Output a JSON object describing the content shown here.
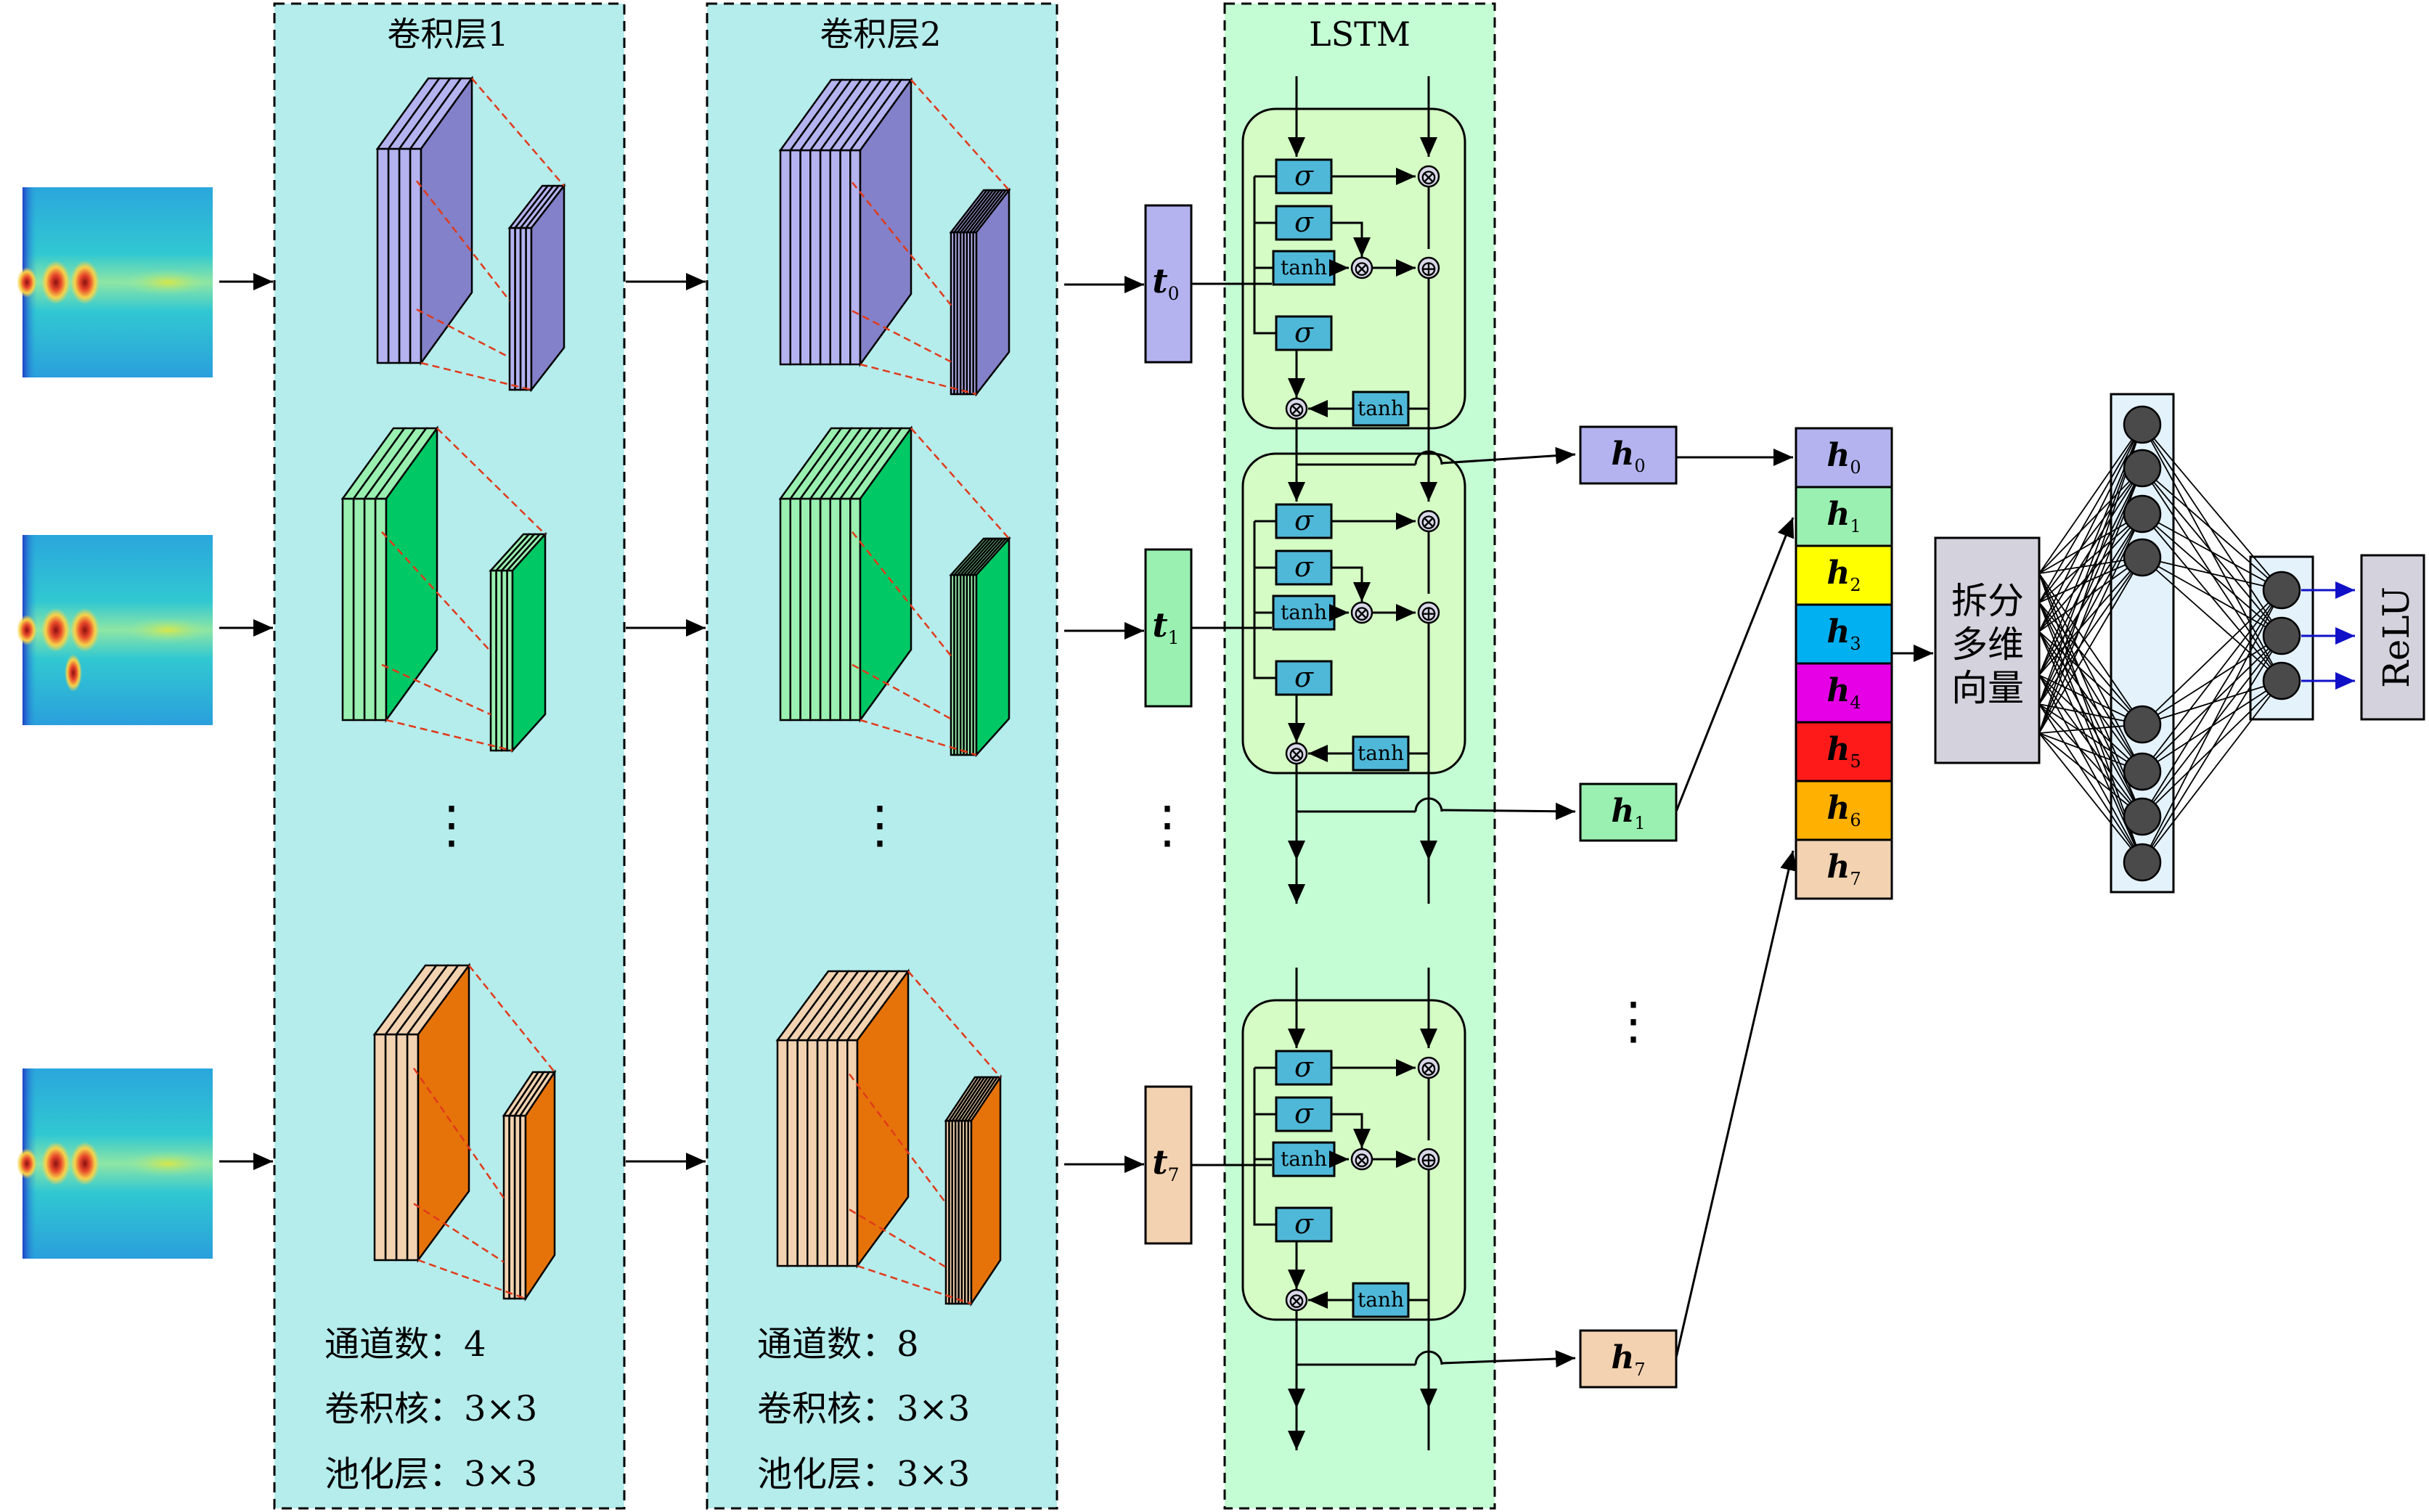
{
  "panels": {
    "conv1": {
      "title": "卷积层1",
      "channels": "通道数：4",
      "kernel": "卷积核：3×3",
      "pooling": "池化层：3×3"
    },
    "conv2": {
      "title": "卷积层2",
      "channels": "通道数：8",
      "kernel": "卷积核：3×3",
      "pooling": "池化层：3×3"
    },
    "lstm": {
      "title": "LSTM"
    }
  },
  "rows": [
    {
      "color_light": "#b4b3f0",
      "color_dark": "#8381c9",
      "t_sub": "0",
      "h_sub": "0"
    },
    {
      "color_light": "#99f0b0",
      "color_dark": "#00c865",
      "t_sub": "1",
      "h_sub": "1"
    },
    {
      "color_light": "#f2d2b0",
      "color_dark": "#e6730a",
      "t_sub": "7",
      "h_sub": "7"
    }
  ],
  "t_var": "t",
  "h_var": "h",
  "lstm_cell": {
    "gate_symbol": "σ",
    "tanh_label": "tanh",
    "mul_symbol": "⊗",
    "add_symbol": "⊕"
  },
  "ellipsis": "⋮",
  "concat": [
    {
      "sub": "0",
      "color": "#b4b3f0"
    },
    {
      "sub": "1",
      "color": "#99f0b0"
    },
    {
      "sub": "2",
      "color": "#ffff00"
    },
    {
      "sub": "3",
      "color": "#00b0f0"
    },
    {
      "sub": "4",
      "color": "#e600e6"
    },
    {
      "sub": "5",
      "color": "#ff1a1a"
    },
    {
      "sub": "6",
      "color": "#ffb000"
    },
    {
      "sub": "7",
      "color": "#f2d2b0"
    }
  ],
  "split_box": {
    "line1": "拆分",
    "line2": "多维",
    "line3": "向量"
  },
  "relu": "ReLU",
  "colors": {
    "panel_conv": "#b5ecec",
    "panel_lstm": "#c4fcd4",
    "cell_fill": "#d4fcc4",
    "gate_fill": "#4fb8d8",
    "node_fill": "#4a4a4a",
    "split_fill": "#d4d2dc",
    "relu_fill": "#d4d2dc",
    "hidden_col_fill": "#e4f2fc",
    "arrow_blue": "#1010c8"
  }
}
